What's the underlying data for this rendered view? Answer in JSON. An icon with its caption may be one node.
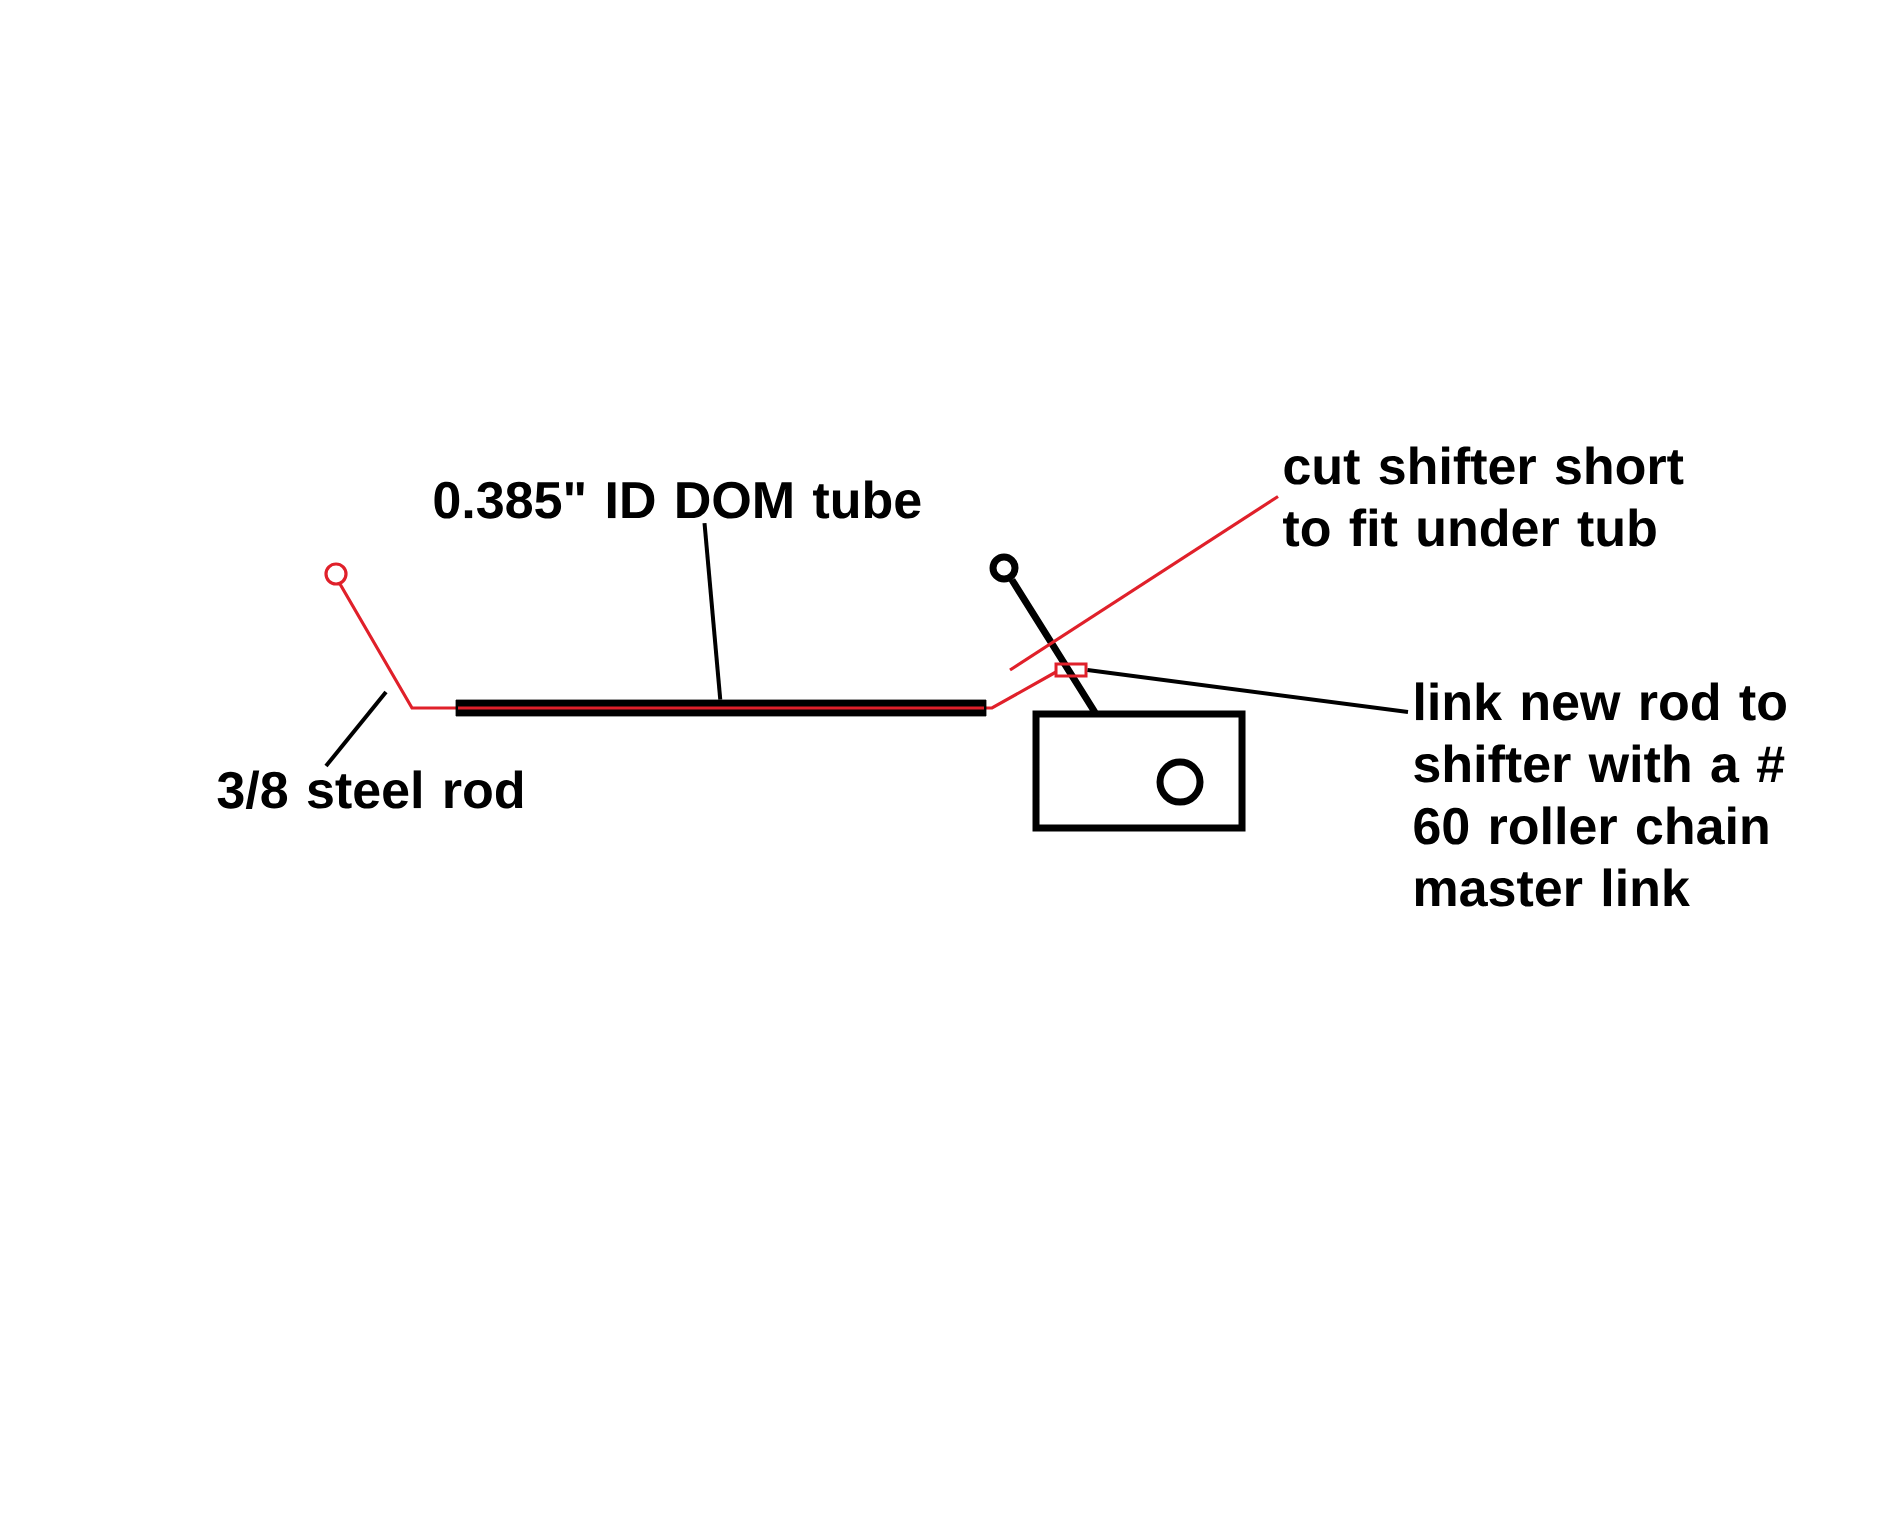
{
  "diagram": {
    "nodes": [
      {
        "text": [
          "0.385\" ID DOM tube"
        ]
      },
      {
        "text": [],
        "shape": "bar"
      },
      {
        "text": [
          "3/8 steel rod"
        ]
      },
      {
        "text": [
          "cut shifter short to fit under tub"
        ]
      },
      {
        "text": [
          "link new rod to shifter with a # 60 roller chain master link"
        ]
      },
      {
        "text": [],
        "shape": "box"
      }
    ],
    "edges": [
      {
        "from": 0,
        "to": 1,
        "arrow": "none"
      },
      {
        "from": 2,
        "to": null,
        "arrow": "none"
      },
      {
        "from": 3,
        "to": null,
        "arrow": "none",
        "color": "#e0202a"
      },
      {
        "from": 4,
        "to": 5,
        "arrow": "none"
      }
    ]
  }
}
